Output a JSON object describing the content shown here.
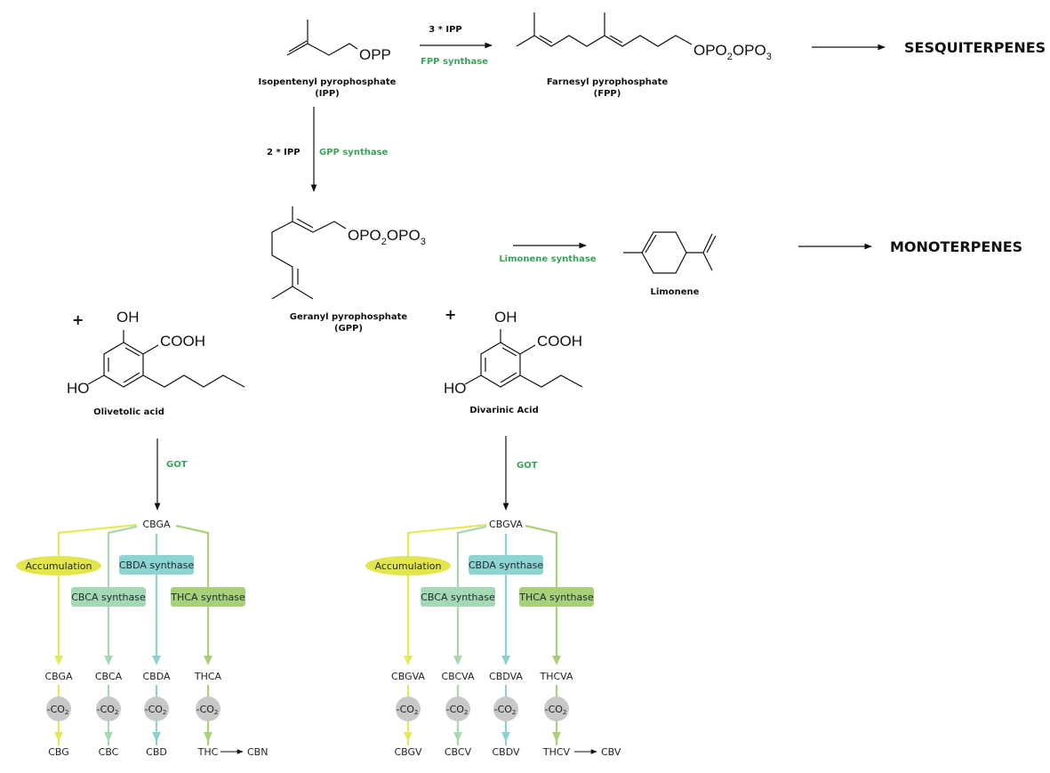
{
  "title": "Terpene and cannabinoid biosynthesis pathway",
  "colors": {
    "enzyme_text": "#3aa35a",
    "yellow": "#e4e85a",
    "green_cbc": "#a8d8b0",
    "teal_cbd": "#8ecfcf",
    "green_thc": "#a9cf7a",
    "accumulation_fill": "#e3e54c",
    "cbca_box": "#a5d8b5",
    "cbda_box": "#8dd3d1",
    "thca_box": "#a6d07a",
    "co2_circle": "#c8c8c8"
  },
  "top": {
    "ipp": {
      "atom_label": "OPP",
      "name": "Isopentenyl pyrophosphate",
      "abbr": "(IPP)"
    },
    "ipp_to_fpp": {
      "reagent": "3 * IPP",
      "enzyme": "FPP synthase"
    },
    "fpp": {
      "atom_label": "OPO",
      "sub1": "2",
      "atom_label2": "OPO",
      "sub2": "3",
      "name": "Farnesyl pyrophosphate",
      "abbr": "(FPP)"
    },
    "sesquiterpenes": "SESQUITERPENES",
    "ipp_to_gpp": {
      "reagent": "2 * IPP",
      "enzyme": "GPP synthase"
    },
    "gpp": {
      "atom_label": "OPO",
      "sub1": "2",
      "atom_label2": "OPO",
      "sub2": "3",
      "name": "Geranyl pyrophosphate",
      "abbr": "(GPP)"
    },
    "gpp_to_limonene": {
      "enzyme": "Limonene synthase"
    },
    "limonene": {
      "name": "Limonene"
    },
    "monoterpenes": "MONOTERPENES"
  },
  "left": {
    "plus": "+",
    "acid": {
      "oh_top": "OH",
      "cooh": "COOH",
      "ho": "HO",
      "name": "Olivetolic acid"
    },
    "enzyme": "GOT",
    "precursor": "CBGA",
    "accumulation": "Accumulation",
    "synthases": {
      "cbda": "CBDA synthase",
      "cbca": "CBCA synthase",
      "thca": "THCA synthase"
    },
    "acids": [
      "CBGA",
      "CBCA",
      "CBDA",
      "THCA"
    ],
    "co2": {
      "main": "-CO",
      "sub": "2"
    },
    "products": [
      "CBG",
      "CBC",
      "CBD",
      "THC"
    ],
    "final": "CBN"
  },
  "right": {
    "plus": "+",
    "acid": {
      "oh_top": "OH",
      "cooh": "COOH",
      "ho": "HO",
      "name": "Divarinic Acid"
    },
    "enzyme": "GOT",
    "precursor": "CBGVA",
    "accumulation": "Accumulation",
    "synthases": {
      "cbda": "CBDA synthase",
      "cbca": "CBCA synthase",
      "thca": "THCA synthase"
    },
    "acids": [
      "CBGVA",
      "CBCVA",
      "CBDVA",
      "THCVA"
    ],
    "co2": {
      "main": "-CO",
      "sub": "2"
    },
    "products": [
      "CBGV",
      "CBCV",
      "CBDV",
      "THCV"
    ],
    "final": "CBV"
  }
}
